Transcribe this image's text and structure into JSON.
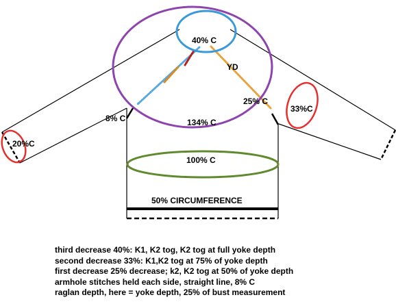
{
  "labels": {
    "neck": "40% C",
    "yoke_depth": "YD",
    "raglan_depth": "25% C",
    "upper_arm": "33%C",
    "wrist": "20%C",
    "armhole": "8% C",
    "yoke_circumference": "134% C",
    "bust": "100% C",
    "half_circumference": "50% CIRCUMFERENCE"
  },
  "notes": [
    "third decrease 40%: K1, K2 tog, K2 tog at full yoke depth",
    "second decrease 33%: K1,K2 tog at 75% of yoke depth",
    "first decrease 25% decrease; k2, K2 tog at 50% of yoke depth",
    "armhole stitches held each side, straight line, 8% C",
    "raglan depth, here = yoke depth, 25% of bust measurement"
  ],
  "colors": {
    "yoke_circle": "#8e44ad",
    "neck_circle": "#3a9ad9",
    "arm_circles": "#e53030",
    "bust_circle": "#5f8a2e",
    "raglan_left": "#5aa9dc",
    "raglan_right": "#e8a33a",
    "decrease_red": "#b32020",
    "decrease_orange": "#d98a20"
  }
}
